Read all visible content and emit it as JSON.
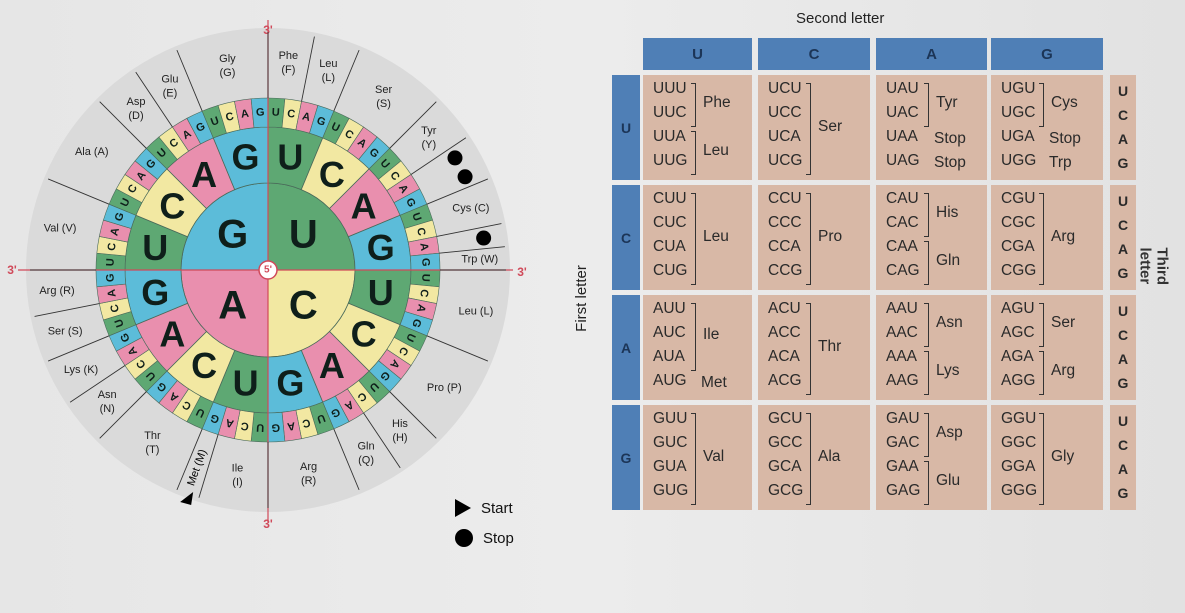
{
  "colors": {
    "U": "#5ea873",
    "C": "#f2e8a2",
    "A": "#e98fae",
    "G": "#5cbcd9",
    "header": "#4f7fb6",
    "cell": "#d8b8a6",
    "axis": "#d04a5a"
  },
  "wheel": {
    "letter_order": [
      "U",
      "C",
      "A",
      "G"
    ],
    "axis_labels": {
      "top": "3'",
      "bottom": "3'",
      "left": "3'",
      "right": "3'",
      "center": "5'"
    },
    "groups": [
      {
        "label": "Phe",
        "code": "(F)",
        "codons": 2
      },
      {
        "label": "Leu",
        "code": "(L)",
        "codons": 2
      },
      {
        "label": "Ser",
        "code": "(S)",
        "codons": 4
      },
      {
        "label": "Tyr",
        "code": "(Y)",
        "codons": 2
      },
      {
        "label": "",
        "code": "",
        "codons": 2,
        "mark": "stop"
      },
      {
        "label": "Cys",
        "code": "(C)",
        "codons": 2
      },
      {
        "label": "",
        "code": "",
        "codons": 1,
        "mark": "stop"
      },
      {
        "label": "Trp",
        "code": "(W)",
        "codons": 1
      },
      {
        "label": "Leu",
        "code": "(L)",
        "codons": 4
      },
      {
        "label": "Pro",
        "code": "(P)",
        "codons": 4
      },
      {
        "label": "His",
        "code": "(H)",
        "codons": 2
      },
      {
        "label": "Gln",
        "code": "(Q)",
        "codons": 2
      },
      {
        "label": "Arg",
        "code": "(R)",
        "codons": 4
      },
      {
        "label": "Ile",
        "code": "(I)",
        "codons": 3
      },
      {
        "label": "Met",
        "code": "(M)",
        "codons": 1,
        "mark": "start"
      },
      {
        "label": "Thr",
        "code": "(T)",
        "codons": 4
      },
      {
        "label": "Asn",
        "code": "(N)",
        "codons": 2
      },
      {
        "label": "Lys",
        "code": "(K)",
        "codons": 2
      },
      {
        "label": "Ser",
        "code": "(S)",
        "codons": 2
      },
      {
        "label": "Arg",
        "code": "(R)",
        "codons": 2
      },
      {
        "label": "Val",
        "code": "(V)",
        "codons": 4
      },
      {
        "label": "Ala",
        "code": "(A)",
        "codons": 4
      },
      {
        "label": "Asp",
        "code": "(D)",
        "codons": 2
      },
      {
        "label": "Glu",
        "code": "(E)",
        "codons": 2
      },
      {
        "label": "Gly",
        "code": "(G)",
        "codons": 4
      }
    ]
  },
  "legend": {
    "start": "Start",
    "stop": "Stop"
  },
  "table": {
    "second_letter_title": "Second letter",
    "first_letter_title": "First letter",
    "third_letter_title": "Third letter",
    "second_letters": [
      "U",
      "C",
      "A",
      "G"
    ],
    "first_letters": [
      "U",
      "C",
      "A",
      "G"
    ],
    "third_letters": [
      "U",
      "C",
      "A",
      "G"
    ],
    "rows": [
      [
        {
          "codons": [
            "UUU",
            "UUC",
            "UUA",
            "UUG"
          ],
          "aa": [
            {
              "name": "Phe",
              "from": 0,
              "to": 1
            },
            {
              "name": "Leu",
              "from": 2,
              "to": 3
            }
          ]
        },
        {
          "codons": [
            "UCU",
            "UCC",
            "UCA",
            "UCG"
          ],
          "aa": [
            {
              "name": "Ser",
              "from": 0,
              "to": 3
            }
          ]
        },
        {
          "codons": [
            "UAU",
            "UAC",
            "UAA",
            "UAG"
          ],
          "aa": [
            {
              "name": "Tyr",
              "from": 0,
              "to": 1
            },
            {
              "name": "Stop",
              "from": 2,
              "to": 2
            },
            {
              "name": "Stop",
              "from": 3,
              "to": 3
            }
          ]
        },
        {
          "codons": [
            "UGU",
            "UGC",
            "UGA",
            "UGG"
          ],
          "aa": [
            {
              "name": "Cys",
              "from": 0,
              "to": 1
            },
            {
              "name": "Stop",
              "from": 2,
              "to": 2
            },
            {
              "name": "Trp",
              "from": 3,
              "to": 3
            }
          ]
        }
      ],
      [
        {
          "codons": [
            "CUU",
            "CUC",
            "CUA",
            "CUG"
          ],
          "aa": [
            {
              "name": "Leu",
              "from": 0,
              "to": 3
            }
          ]
        },
        {
          "codons": [
            "CCU",
            "CCC",
            "CCA",
            "CCG"
          ],
          "aa": [
            {
              "name": "Pro",
              "from": 0,
              "to": 3
            }
          ]
        },
        {
          "codons": [
            "CAU",
            "CAC",
            "CAA",
            "CAG"
          ],
          "aa": [
            {
              "name": "His",
              "from": 0,
              "to": 1
            },
            {
              "name": "Gln",
              "from": 2,
              "to": 3
            }
          ]
        },
        {
          "codons": [
            "CGU",
            "CGC",
            "CGA",
            "CGG"
          ],
          "aa": [
            {
              "name": "Arg",
              "from": 0,
              "to": 3
            }
          ]
        }
      ],
      [
        {
          "codons": [
            "AUU",
            "AUC",
            "AUA",
            "AUG"
          ],
          "aa": [
            {
              "name": "Ile",
              "from": 0,
              "to": 2
            },
            {
              "name": "Met",
              "from": 3,
              "to": 3
            }
          ]
        },
        {
          "codons": [
            "ACU",
            "ACC",
            "ACA",
            "ACG"
          ],
          "aa": [
            {
              "name": "Thr",
              "from": 0,
              "to": 3
            }
          ]
        },
        {
          "codons": [
            "AAU",
            "AAC",
            "AAA",
            "AAG"
          ],
          "aa": [
            {
              "name": "Asn",
              "from": 0,
              "to": 1
            },
            {
              "name": "Lys",
              "from": 2,
              "to": 3
            }
          ]
        },
        {
          "codons": [
            "AGU",
            "AGC",
            "AGA",
            "AGG"
          ],
          "aa": [
            {
              "name": "Ser",
              "from": 0,
              "to": 1
            },
            {
              "name": "Arg",
              "from": 2,
              "to": 3
            }
          ]
        }
      ],
      [
        {
          "codons": [
            "GUU",
            "GUC",
            "GUA",
            "GUG"
          ],
          "aa": [
            {
              "name": "Val",
              "from": 0,
              "to": 3
            }
          ]
        },
        {
          "codons": [
            "GCU",
            "GCC",
            "GCA",
            "GCG"
          ],
          "aa": [
            {
              "name": "Ala",
              "from": 0,
              "to": 3
            }
          ]
        },
        {
          "codons": [
            "GAU",
            "GAC",
            "GAA",
            "GAG"
          ],
          "aa": [
            {
              "name": "Asp",
              "from": 0,
              "to": 1
            },
            {
              "name": "Glu",
              "from": 2,
              "to": 3
            }
          ]
        },
        {
          "codons": [
            "GGU",
            "GGC",
            "GGA",
            "GGG"
          ],
          "aa": [
            {
              "name": "Gly",
              "from": 0,
              "to": 3
            }
          ]
        }
      ]
    ]
  }
}
